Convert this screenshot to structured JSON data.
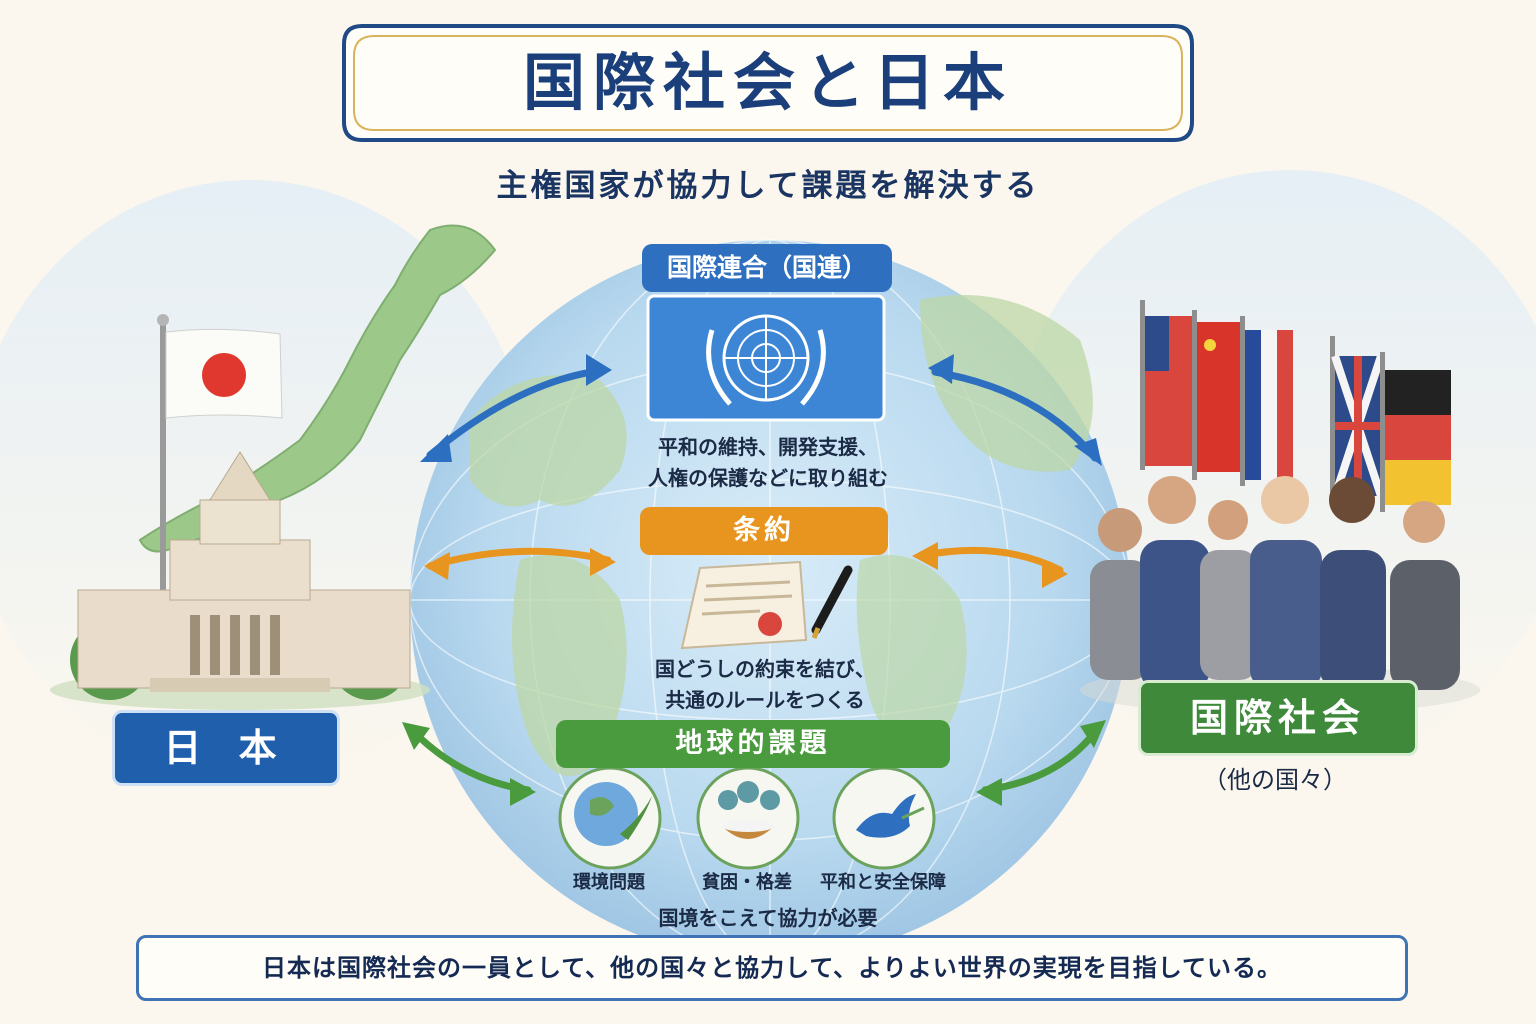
{
  "title": "国際社会と日本",
  "subtitle": "主権国家が協力して課題を解決する",
  "japan_label": "日 本",
  "international_label": "国際社会",
  "international_sub": "（他の国々）",
  "un": {
    "label": "国際連合（国連）",
    "desc_line1": "平和の維持、開発支援、",
    "desc_line2": "人権の保護などに取り組む"
  },
  "treaty": {
    "label": "条約",
    "desc_line1": "国どうしの約束を結び、",
    "desc_line2": "共通のルールをつくる"
  },
  "global_issues": {
    "label": "地球的課題",
    "items": [
      "環境問題",
      "貧困・格差",
      "平和と安全保障"
    ],
    "note": "国境をこえて協力が必要"
  },
  "conclusion": "日本は国際社会の一員として、他の国々と協力して、よりよい世界の実現を目指している。",
  "colors": {
    "un_blue": "#2f6fbf",
    "treaty_orange": "#e8951f",
    "global_green": "#4a9a3e",
    "japan_blue": "#1f5fab",
    "intl_green": "#3e8a3a",
    "title_navy": "#1a3f7a"
  }
}
